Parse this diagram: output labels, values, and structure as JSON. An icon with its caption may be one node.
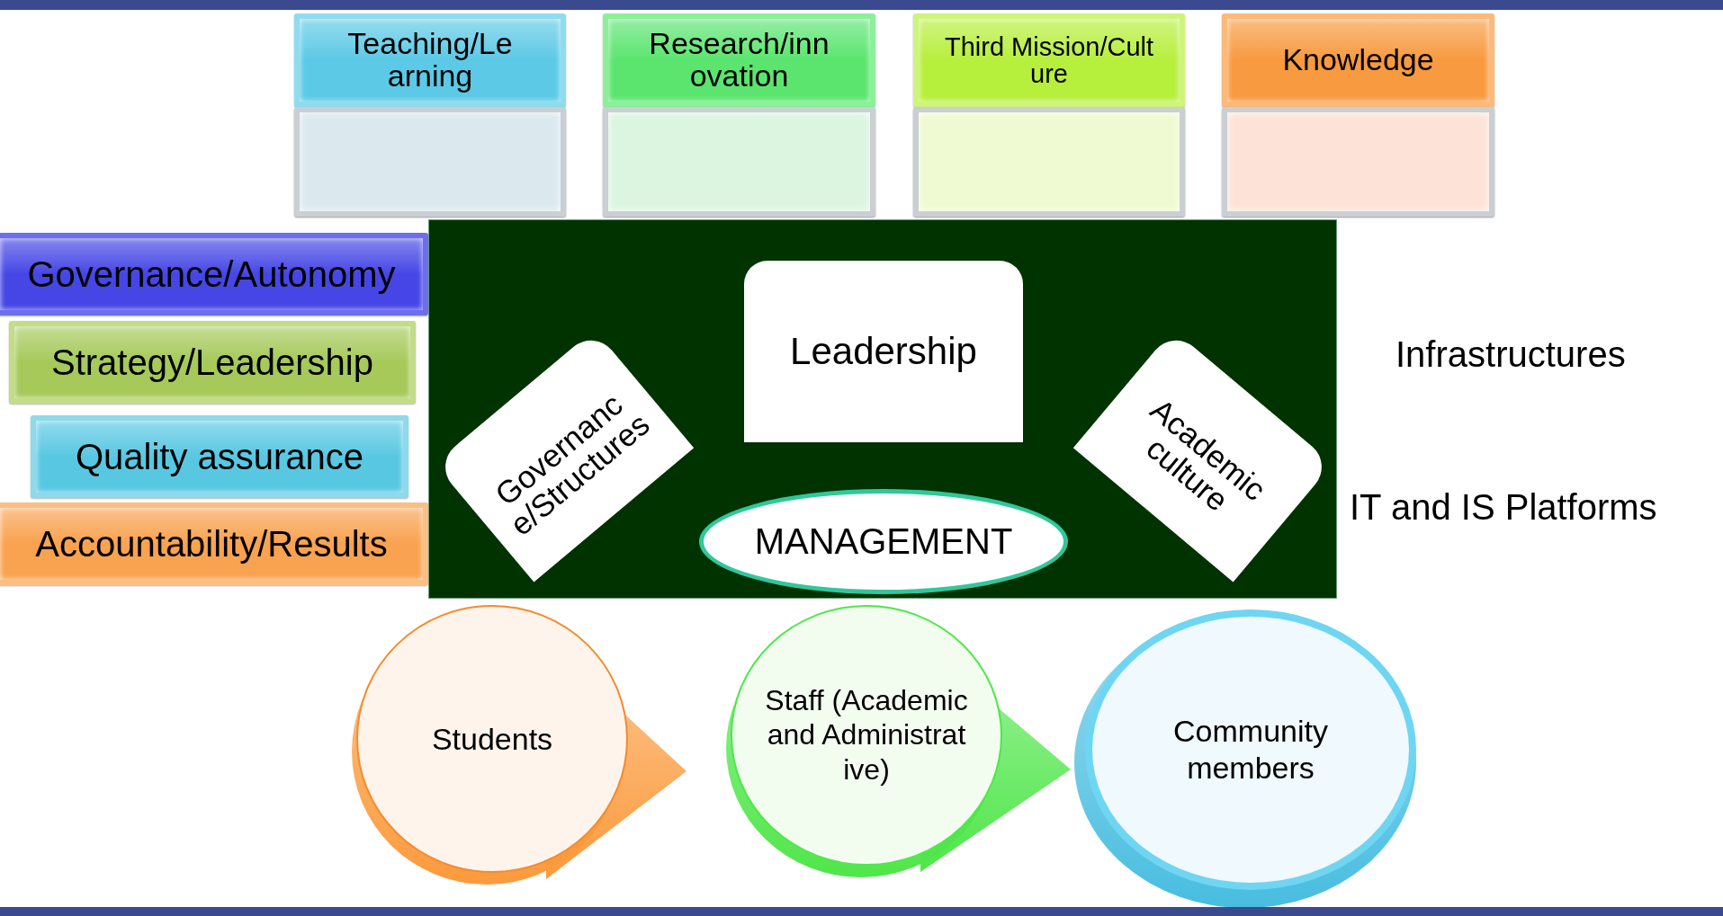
{
  "diagram": {
    "nodes": [
      {
        "text": [
          "Teaching/Le arning"
        ]
      },
      {
        "text": [],
        "shape": "box"
      },
      {
        "text": [
          "Research/inn ovation"
        ]
      },
      {
        "text": [],
        "shape": "box"
      },
      {
        "text": [
          "Third Mission/Cult ure"
        ]
      },
      {
        "text": [],
        "shape": "box"
      },
      {
        "text": [
          "Knowledge"
        ]
      },
      {
        "text": [],
        "shape": "box"
      },
      {
        "text": [
          "Governance/Autonomy"
        ]
      },
      {
        "text": [
          "Strategy/Leadership"
        ]
      },
      {
        "text": [
          "Quality assurance"
        ]
      },
      {
        "text": [
          "Accountability/Results"
        ]
      },
      {
        "text": [],
        "shape": "box"
      },
      {
        "text": [
          "Leadership"
        ],
        "in": 12
      },
      {
        "text": [
          "Governanc e/Structures"
        ],
        "in": 12
      },
      {
        "text": [
          "Academic culture"
        ],
        "in": 12
      },
      {
        "text": [
          "MANAGEMENT"
        ],
        "in": 12
      },
      {
        "text": [
          "Students"
        ]
      },
      {
        "text": [
          "Staff (Academic and Administrat ive)"
        ]
      },
      {
        "text": [
          "Community members"
        ]
      }
    ],
    "labels": [
      "Infrastructures",
      "IT and IS Platforms"
    ]
  }
}
